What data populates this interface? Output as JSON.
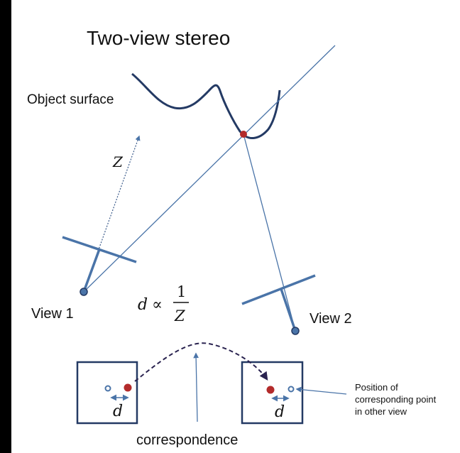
{
  "title": "Two-view stereo",
  "labels": {
    "object_surface": "Object surface",
    "axis_z": "Z",
    "view1": "View 1",
    "view2": "View 2",
    "correspondence": "correspondence",
    "disparity_left": "d",
    "disparity_right": "d",
    "note_line1": "Position of",
    "note_line2": "corresponding point",
    "note_line3": "in other view"
  },
  "formula": {
    "lhs": "d",
    "op": "∝",
    "numerator": "1",
    "denominator": "Z"
  },
  "colors": {
    "line": "#4a74a8",
    "dark_line": "#243a64",
    "point": "#b32b2b",
    "dashed_arrow": "#2a2350"
  }
}
